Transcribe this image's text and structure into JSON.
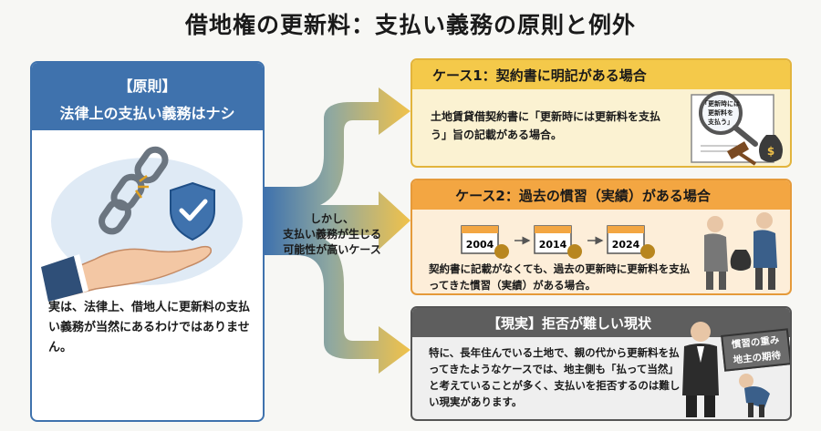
{
  "title": "借地権の更新料：支払い義務の原則と例外",
  "principle": {
    "header_line1": "【原則】",
    "header_line2": "法律上の支払い義務はナシ",
    "body": "実は、法律上、借地人に更新料の支払い義務が当然にあるわけではありません。"
  },
  "middle": {
    "line1": "しかし、",
    "line2": "支払い義務が生じる",
    "line3": "可能性が高いケース"
  },
  "case1": {
    "header": "ケース1：契約書に明記がある場合",
    "text": "土地賃貸借契約書に「更新時には更新料を支払う」旨の記載がある場合。",
    "doc_label1": "「更新時には",
    "doc_label2": "更新料を",
    "doc_label3": "支払う」"
  },
  "case2": {
    "header": "ケース2：過去の慣習（実績）がある場合",
    "years": [
      "2004",
      "2014",
      "2024"
    ],
    "text": "契約書に記載がなくても、過去の更新時に更新料を支払ってきた慣習（実績）がある場合。"
  },
  "case3": {
    "header": "【現実】拒否が難しい現状",
    "text": "特に、長年住んでいる土地で、親の代から更新料を払ってきたようなケースでは、地主側も「払って当然」と考えていることが多く、支払いを拒否するのは難しい現実があります。",
    "badge_line1": "慣習の重み",
    "badge_line2": "地主の期待"
  },
  "colors": {
    "principle_blue": "#3f72ad",
    "case1_yellow": "#f4c94a",
    "case2_orange": "#f3a642",
    "case3_gray": "#5e5e5e"
  }
}
